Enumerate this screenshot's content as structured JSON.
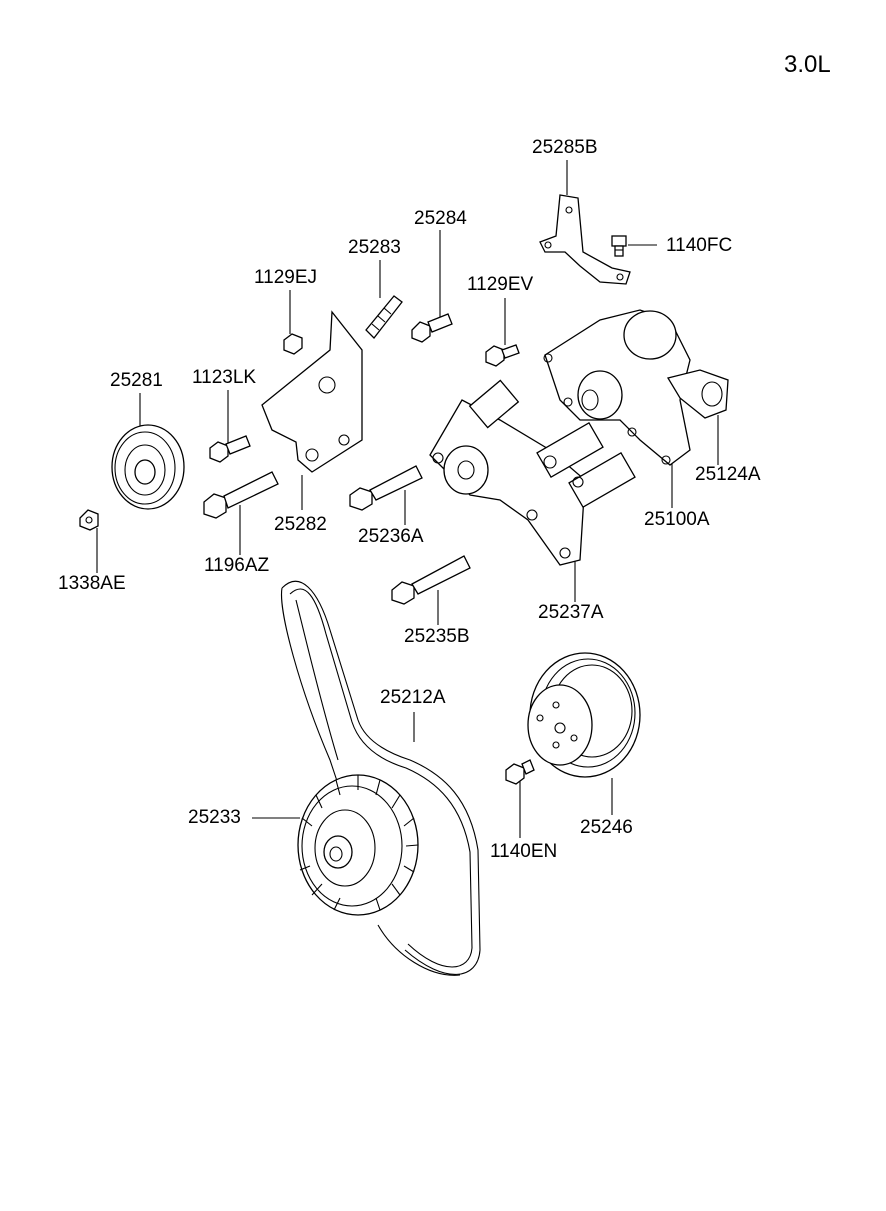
{
  "engine_spec": "3.0L",
  "labels": {
    "p25285B": "25285B",
    "p1140FC": "1140FC",
    "p25284": "25284",
    "p25283": "25283",
    "p1129EJ": "1129EJ",
    "p1129EV": "1129EV",
    "p25281": "25281",
    "p1123LK": "1123LK",
    "p25124A": "25124A",
    "p25100A": "25100A",
    "p25282": "25282",
    "p25236A": "25236A",
    "p1196AZ": "1196AZ",
    "p1338AE": "1338AE",
    "p25237A": "25237A",
    "p25235B": "25235B",
    "p25212A": "25212A",
    "p25233": "25233",
    "p25246": "25246",
    "p1140EN": "1140EN"
  }
}
